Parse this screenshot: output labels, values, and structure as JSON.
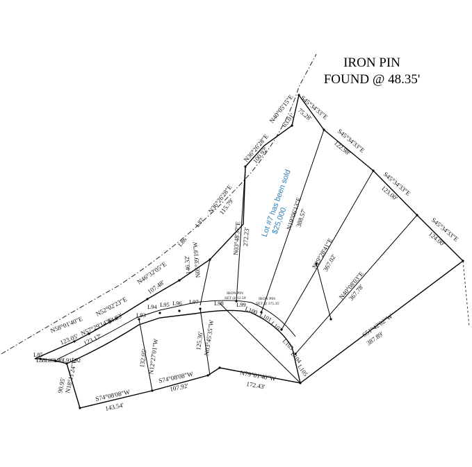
{
  "title": {
    "line1": "IRON PIN",
    "line2": "FOUND @ 48.35'"
  },
  "note": {
    "line1": "Lot #7 has been sold",
    "line2": "$25,000."
  },
  "pin_labels": {
    "pin1_title": "IRON PIN",
    "pin1_sub": "SET @ 12.50'",
    "pin2_title": "IRON PIN",
    "pin2_sub": "SET @ 375.35'"
  },
  "labels": {
    "b_n40_05": "N40°05'15\"E",
    "d_63_01": "63.01'",
    "b_s45_1": "S45°34'33\"E",
    "d_75_28": "75.28'",
    "b_s45_2": "S45°34'33\"E",
    "d_122_98": "122.98'",
    "b_s45_3": "S45°34'33\"E",
    "d_123_00": "123.00'",
    "b_s45_4": "S45°34'33\"E",
    "d_124_00": "124.00'",
    "b_n36_1": "N36°26'28\"E",
    "d_100_92": "100.92'",
    "b_n36_2": "N36°26'28\"E",
    "d_115_79": "115.79'",
    "b_n46": "N46°32'05\"E",
    "d_107_48": "107.48'",
    "b_n52": "N52°02'23\"E",
    "d_94_83": "94.83'",
    "b_n58": "N58°01'40\"E",
    "d_123_05": "123.05'",
    "b_n57": "N57°29'14\"E",
    "d_123_17": "123.17'",
    "b_n03_48": "N03°48'37\"E",
    "d_272_23": "272.23'",
    "b_n19": "N19°06'13\"E",
    "d_388_57": "388.57'",
    "b_n29": "N29°28'41\"E",
    "d_367_02": "367.02'",
    "b_n40_08": "N40°08'03\"E",
    "d_367_78": "367.78'",
    "b_n05": "N05°39'19\"W",
    "d_146_32": "146.32'",
    "b_n03_45": "N03°45'35\"W",
    "d_125_36": "125.36'",
    "b_n12": "N12°27'01\"W",
    "d_132_05": "132.05'",
    "b_n18": "N18°11'24\"W",
    "d_90_95": "90.95'",
    "b_s74_1": "S74°08'08\"W",
    "d_143_54": "143.54'",
    "b_s74_2": "S74°08'08\"W",
    "d_107_92": "107.92'",
    "b_n79": "N79°01'40\"W",
    "d_172_43": "172.43'",
    "b_s51": "S51°42'02\"W",
    "d_387_89": "387.89'",
    "l85": "L85",
    "l86": "L86",
    "l87": "L87",
    "l88_92": "L88L89L90L91L92",
    "l93": "L93",
    "l94": "L94",
    "l95": "L95",
    "l96": "L96",
    "l97": "L97",
    "l98": "L98",
    "l99": "L99",
    "l100": "L100",
    "l101": "L101",
    "l102": "L102",
    "l103": "L103",
    "l104": "L104",
    "l105": "L105"
  }
}
